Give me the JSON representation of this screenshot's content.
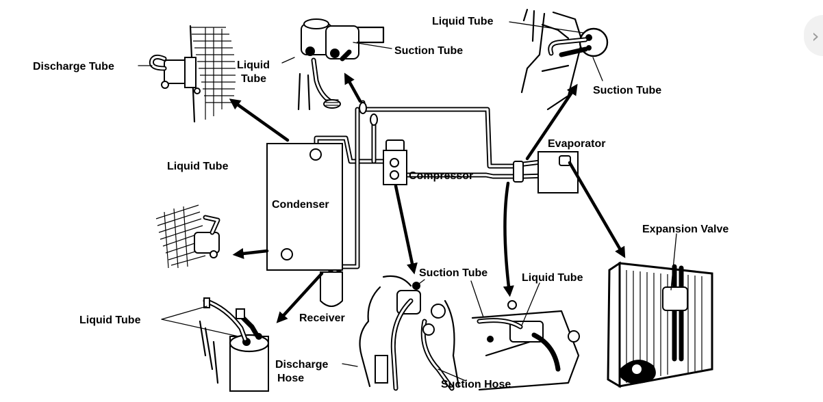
{
  "diagram": {
    "labels": {
      "discharge_tube": "Discharge Tube",
      "liquid_tube_top_1": "Liquid",
      "liquid_tube_top_2": "Tube",
      "suction_tube_top": "Suction Tube",
      "liquid_tube_top_right": "Liquid Tube",
      "suction_tube_right": "Suction Tube",
      "evaporator": "Evaporator",
      "liquid_tube_left": "Liquid Tube",
      "condenser": "Condenser",
      "compressor": "Compressor",
      "expansion_valve": "Expansion Valve",
      "suction_tube_bottom": "Suction Tube",
      "liquid_tube_bottom_mid": "Liquid Tube",
      "liquid_tube_bottom_left": "Liquid Tube",
      "receiver": "Receiver",
      "discharge_hose_1": "Discharge",
      "discharge_hose_2": "Hose",
      "suction_hose": "Suction Hose"
    }
  },
  "ui": {
    "next_icon": "chevron-right-icon"
  }
}
